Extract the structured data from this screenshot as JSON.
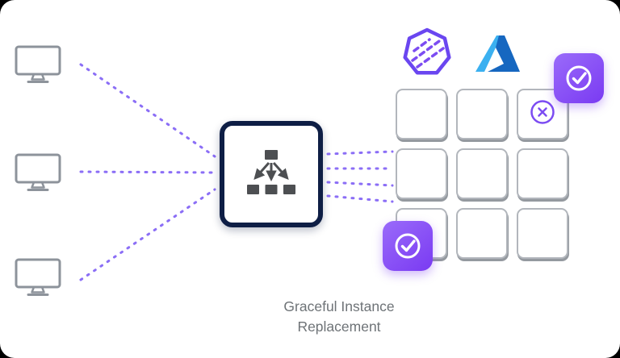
{
  "caption": {
    "line1": "Graceful Instance",
    "line2": "Replacement"
  },
  "colors": {
    "page_background": "#000000",
    "canvas_background": "#ffffff",
    "accent_purple": "#7c4cf2",
    "line_purple": "#8b6ef6",
    "navy_border": "#0e1e45",
    "flow_icon_gray": "#4d4f52",
    "monitor_gray": "#8d939b",
    "cell_border": "#b2b6bc",
    "cell_shadow": "#94999f",
    "caption_gray": "#6e7377",
    "badge_gradient_start": "#9a6bfa",
    "badge_gradient_end": "#7a3af2",
    "azure_light_blue": "#3bb0f0",
    "azure_dark_blue": "#1667c0"
  },
  "icons": {
    "client": "monitor-icon",
    "router": "load-balancer-icon",
    "platform": "platform-logo-icon",
    "cloud": "azure-logo-icon",
    "healthy": "check-badge-icon",
    "draining": "circle-x-icon"
  },
  "grid": {
    "rows": 3,
    "cols": 3,
    "draining_cell": "row-1-col-3"
  }
}
